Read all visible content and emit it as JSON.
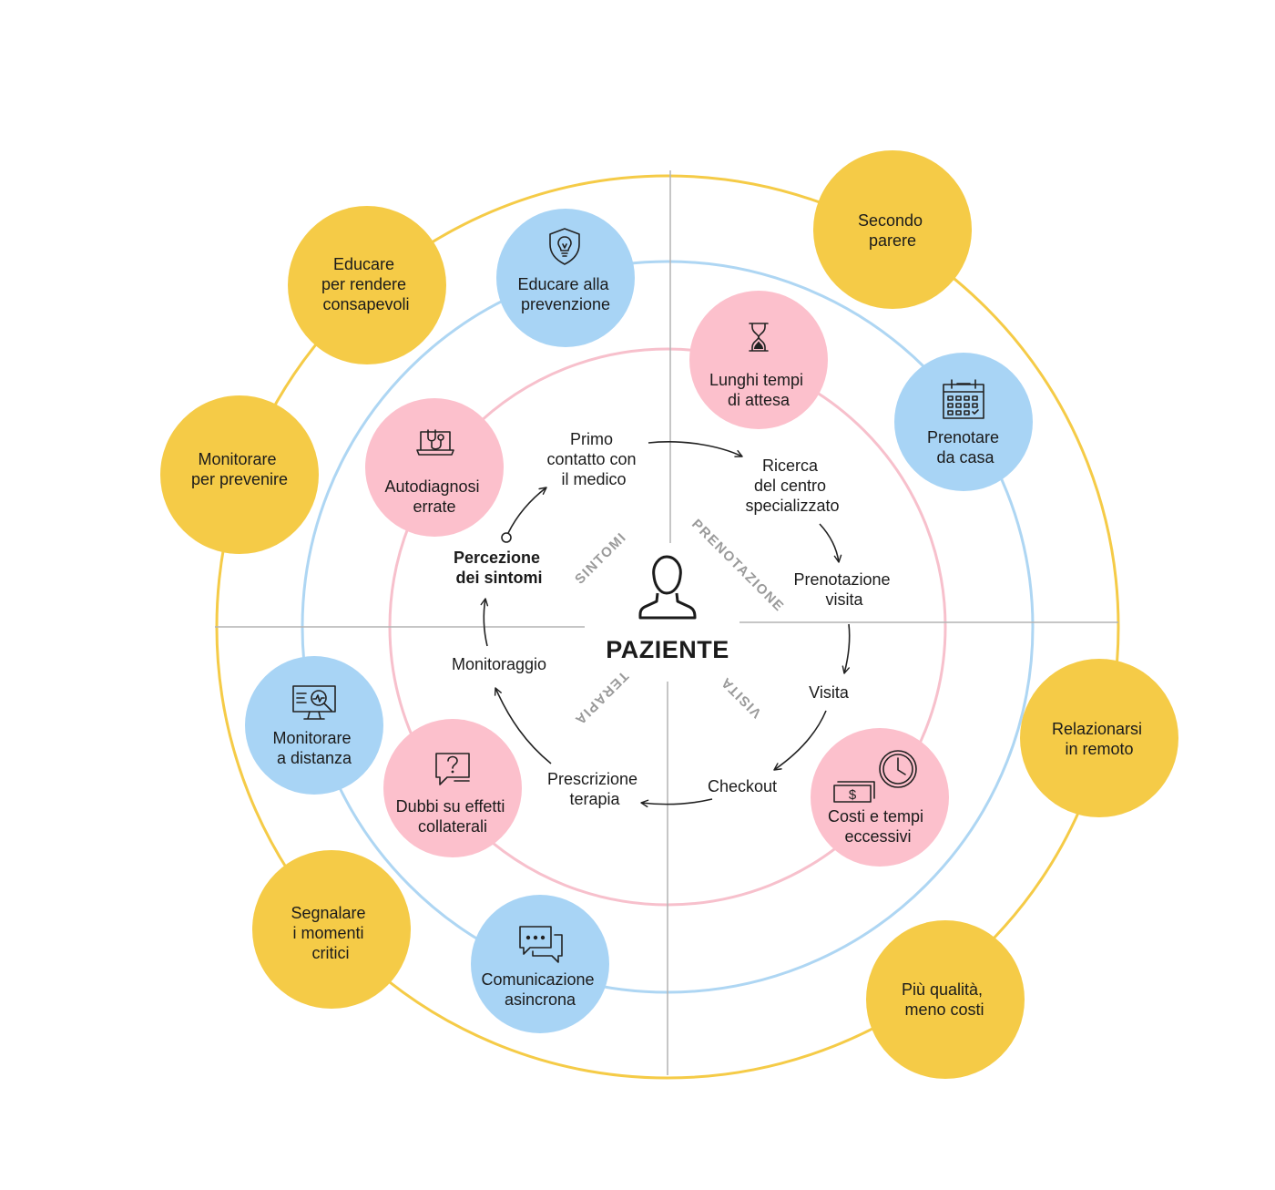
{
  "center": {
    "title": "PAZIENTE",
    "icon": "person-icon"
  },
  "phases": [
    "SINTOMI",
    "PRENOTAZIONE",
    "VISITA",
    "TERAPIA"
  ],
  "steps": [
    [
      "Primo",
      "contatto con",
      "il medico"
    ],
    [
      "Ricerca",
      "del centro",
      "specializzato"
    ],
    [
      "Prenotazione",
      "visita"
    ],
    [
      "Visita"
    ],
    [
      "Checkout"
    ],
    [
      "Prescrizione",
      "terapia"
    ],
    [
      "Monitoraggio"
    ],
    [
      "Percezione",
      "dei sintomi"
    ]
  ],
  "pain_points": [
    {
      "lines": [
        "Lunghi tempi",
        "di attesa"
      ],
      "icon": "hourglass-icon"
    },
    {
      "lines": [
        "Autodiagnosi",
        "errate"
      ],
      "icon": "laptop-stethoscope-icon"
    },
    {
      "lines": [
        "Costi e tempi",
        "eccessivi"
      ],
      "icon": "money-clock-icon"
    },
    {
      "lines": [
        "Dubbi su effetti",
        "collaterali"
      ],
      "icon": "question-chat-icon"
    }
  ],
  "solutions": [
    {
      "lines": [
        "Educare alla",
        "prevenzione"
      ],
      "icon": "shield-bulb-icon"
    },
    {
      "lines": [
        "Prenotare",
        "da casa"
      ],
      "icon": "calendar-icon"
    },
    {
      "lines": [
        "Monitorare",
        "a distanza"
      ],
      "icon": "monitor-search-icon"
    },
    {
      "lines": [
        "Comunicazione",
        "asincrona"
      ],
      "icon": "chat-bubbles-icon"
    }
  ],
  "goals": [
    {
      "lines": [
        "Educare",
        "per rendere",
        "consapevoli"
      ]
    },
    {
      "lines": [
        "Secondo",
        "parere"
      ]
    },
    {
      "lines": [
        "Monitorare",
        "per prevenire"
      ]
    },
    {
      "lines": [
        "Relazionarsi",
        "in remoto"
      ]
    },
    {
      "lines": [
        "Segnalare",
        "i momenti",
        "critici"
      ]
    },
    {
      "lines": [
        "Più qualità,",
        "meno costi"
      ]
    }
  ],
  "colors": {
    "goal": "#f5cb47",
    "solution": "#a8d4f5",
    "pain": "#fcc0cc",
    "ring_goal": "#f5cb47",
    "ring_solution": "#aed6f3",
    "ring_pain": "#f7c0cc",
    "divider": "#b4b4b4",
    "text": "#1b1b1b",
    "phase_label": "#9a9a9a"
  }
}
